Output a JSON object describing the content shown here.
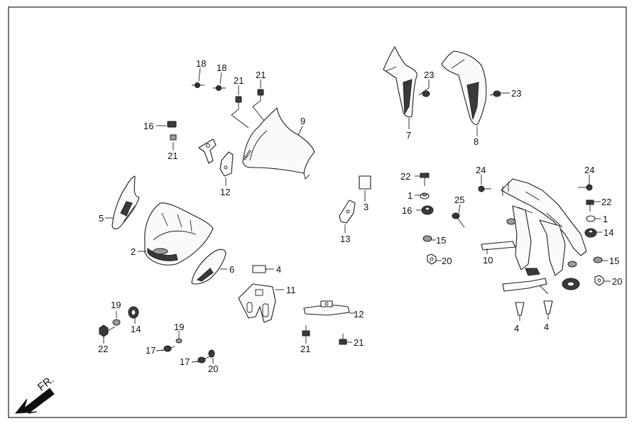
{
  "diagram": {
    "direction_label": "FR.",
    "windshield_logo": "Hero",
    "callouts": {
      "c1": "1",
      "c1b": "1",
      "c2": "2",
      "c3": "3",
      "c4a": "4",
      "c4b": "4",
      "c4c": "4",
      "c5": "5",
      "c6": "6",
      "c7": "7",
      "c8": "8",
      "c9": "9",
      "c10": "10",
      "c11": "11",
      "c12a": "12",
      "c12b": "12",
      "c13": "13",
      "c14a": "14",
      "c14b": "14",
      "c15a": "15",
      "c15b": "15",
      "c16a": "16",
      "c16b": "16",
      "c17a": "17",
      "c17b": "17",
      "c18a": "18",
      "c18b": "18",
      "c19a": "19",
      "c19b": "19",
      "c20a": "20",
      "c20b": "20",
      "c20c": "20",
      "c21a": "21",
      "c21b": "21",
      "c21c": "21",
      "c21d": "21",
      "c21e": "21",
      "c22a": "22",
      "c22b": "22",
      "c22c": "22",
      "c23a": "23",
      "c23b": "23",
      "c24a": "24",
      "c24b": "24",
      "c25": "25"
    }
  }
}
